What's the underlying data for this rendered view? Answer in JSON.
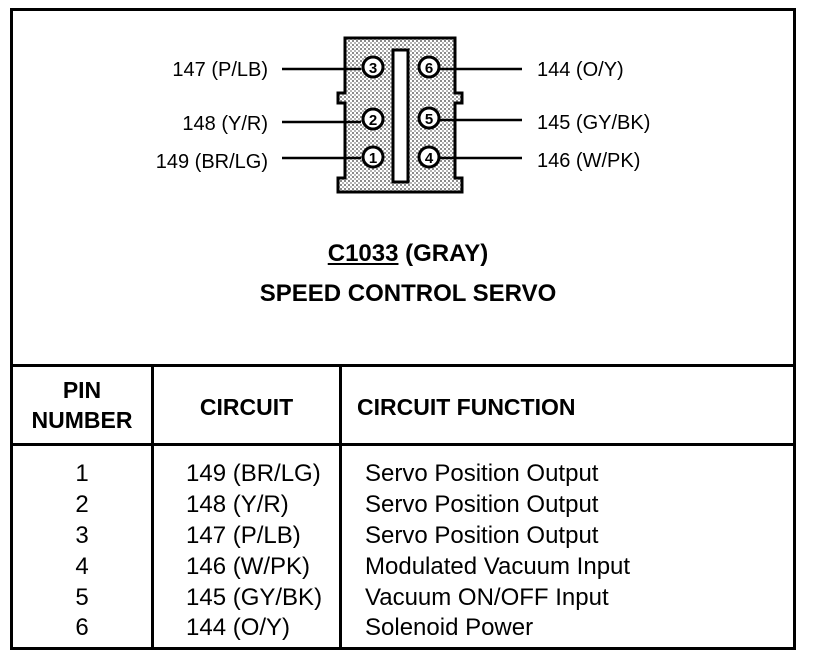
{
  "connector": {
    "code": "C1033",
    "color_label": "(GRAY)",
    "name": "SPEED CONTROL SERVO",
    "pins_left": [
      {
        "pin": "3",
        "label": "147 (P/LB)"
      },
      {
        "pin": "2",
        "label": "148 (Y/R)"
      },
      {
        "pin": "1",
        "label": "149 (BR/LG)"
      }
    ],
    "pins_right": [
      {
        "pin": "6",
        "label": "144 (O/Y)"
      },
      {
        "pin": "5",
        "label": "145 (GY/BK)"
      },
      {
        "pin": "4",
        "label": "146 (W/PK)"
      }
    ]
  },
  "table": {
    "headers": {
      "pin_line1": "PIN",
      "pin_line2": "NUMBER",
      "circuit": "CIRCUIT",
      "function": "CIRCUIT FUNCTION"
    },
    "rows": [
      {
        "pin": "1",
        "circuit": "149 (BR/LG)",
        "function": "Servo Position Output"
      },
      {
        "pin": "2",
        "circuit": "148 (Y/R)",
        "function": "Servo Position Output"
      },
      {
        "pin": "3",
        "circuit": "147 (P/LB)",
        "function": "Servo Position Output"
      },
      {
        "pin": "4",
        "circuit": "146 (W/PK)",
        "function": "Modulated Vacuum Input"
      },
      {
        "pin": "5",
        "circuit": "145 (GY/BK)",
        "function": "Vacuum ON/OFF Input"
      },
      {
        "pin": "6",
        "circuit": "144 (O/Y)",
        "function": "Solenoid Power"
      }
    ]
  }
}
